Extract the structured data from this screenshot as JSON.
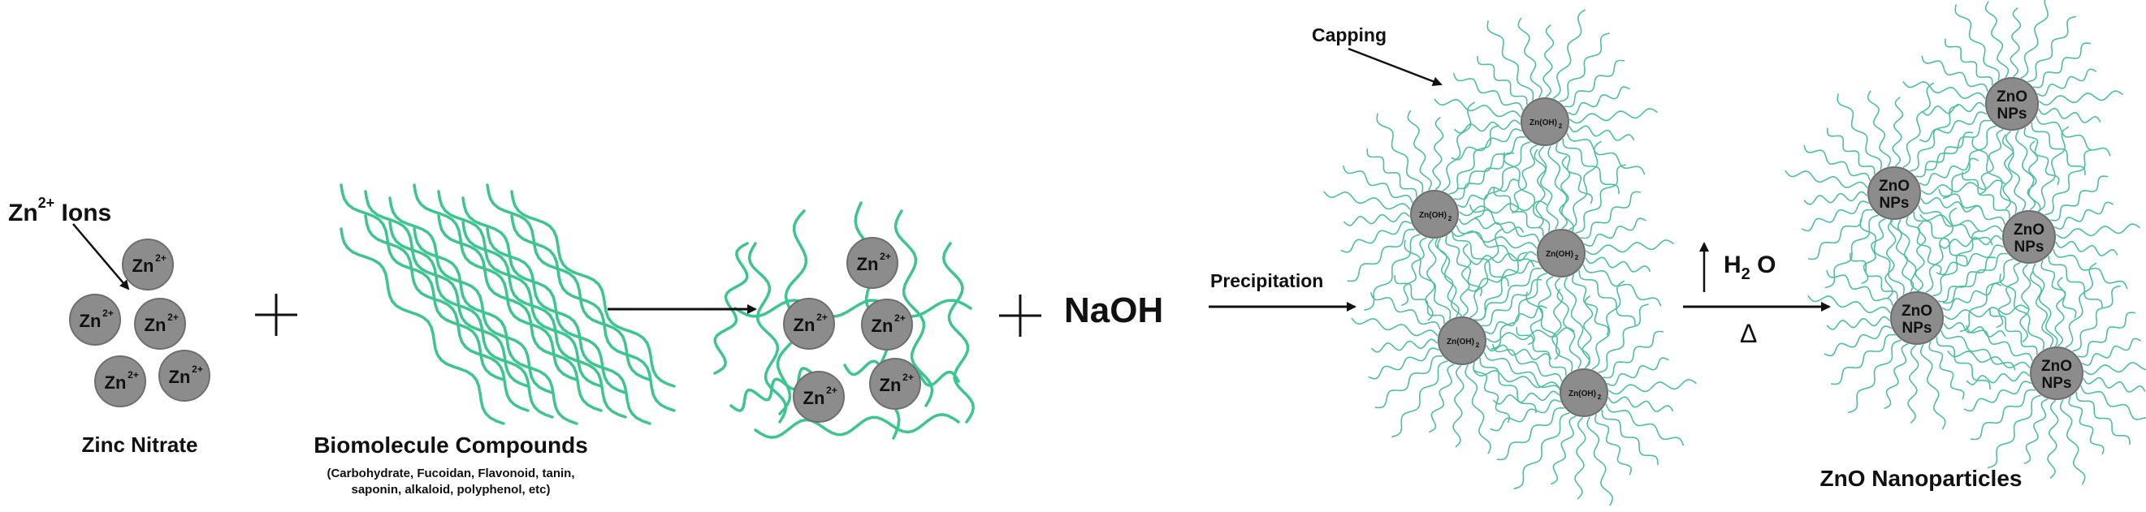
{
  "labels": {
    "zn_ions_prefix": "Zn",
    "zn_ions_sup": "2+",
    "zn_ions_suffix": "Ions",
    "zinc_nitrate": "Zinc Nitrate",
    "biomolecule": "Biomolecule Compounds",
    "biomolecule_note_line1": "(Carbohydrate, Fucoidan, Flavonoid, tanin,",
    "biomolecule_note_line2": "saponin, alkaloid, polyphenol, etc)",
    "naoh": "NaOH",
    "precipitation": "Precipitation",
    "capping": "Capping",
    "water_h": "H",
    "water_2": "2",
    "water_o": "O",
    "delta": "Δ",
    "zno_nanoparticles": "ZnO Nanoparticles"
  },
  "particles": {
    "zn_main": "Zn",
    "zn_sup": "2+",
    "zn_hydroxide": "Zn(OH)",
    "zn_hydroxide_sub": "2",
    "zno_line1": "ZnO",
    "zno_line2": "NPs"
  },
  "colors": {
    "particle_fill": "#8c8c8c",
    "particle_stroke": "#6e6e6e",
    "biomolecule_green": "#3cc58f",
    "arrow": "#111111"
  }
}
